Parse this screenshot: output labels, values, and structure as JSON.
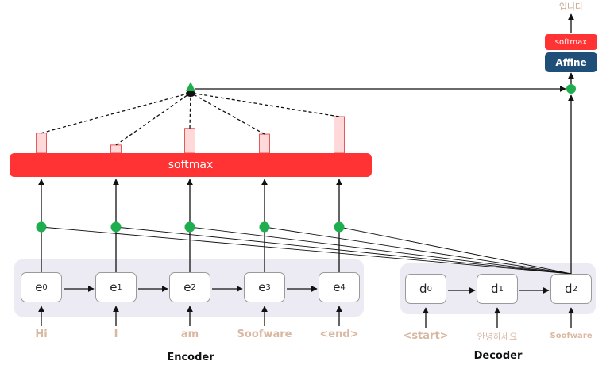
{
  "encoder": {
    "caption": "Encoder",
    "nodes": [
      {
        "base": "e",
        "sub": "0",
        "word": "Hi"
      },
      {
        "base": "e",
        "sub": "1",
        "word": "I"
      },
      {
        "base": "e",
        "sub": "2",
        "word": "am"
      },
      {
        "base": "e",
        "sub": "3",
        "word": "Soofware"
      },
      {
        "base": "e",
        "sub": "4",
        "word": "<end>"
      }
    ]
  },
  "decoder": {
    "caption": "Decoder",
    "nodes": [
      {
        "base": "d",
        "sub": "0",
        "word": "<start>"
      },
      {
        "base": "d",
        "sub": "1",
        "word": "안녕하세요"
      },
      {
        "base": "d",
        "sub": "2",
        "word": "Soofware"
      }
    ]
  },
  "attention": {
    "softmax_label": "softmax",
    "weights": [
      0.55,
      0.22,
      0.68,
      0.52,
      1.0
    ]
  },
  "output": {
    "softmax_label": "softmax",
    "affine_label": "Affine",
    "word": "입니다"
  },
  "colors": {
    "softmax": "#ff3333",
    "affine": "#1f4e79",
    "dot": "#1fae4f",
    "weight_fill": "#ffd9da",
    "weight_stroke": "#e35a5a",
    "word": "#d9b8a2",
    "panel": "#ecebf3"
  }
}
